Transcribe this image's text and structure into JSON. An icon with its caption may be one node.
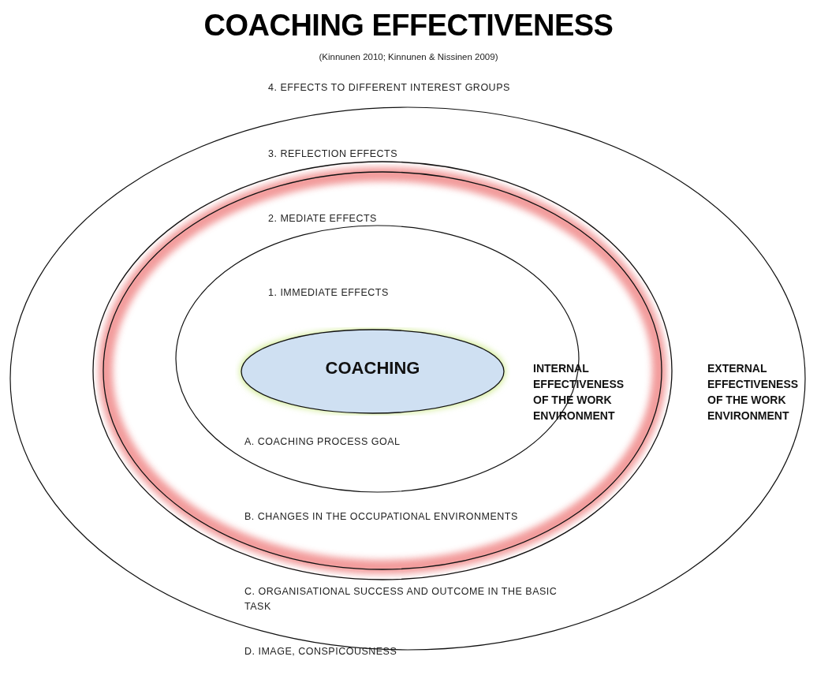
{
  "diagram": {
    "title": "COACHING EFFECTIVENESS",
    "nodes": [
      {
        "text": [
          "3. REFLECTION EFFECTS",
          "C. ORGANISATIONAL SUCCESS AND OUTCOME IN THE BASIC TASK"
        ]
      },
      {
        "text": [
          "2. MEDIATE EFFECTS",
          "B. CHANGES IN THE OCCUPATIONAL ENVIRONMENTS"
        ],
        "in": 0
      },
      {
        "text": [
          "1. IMMEDIATE EFFECTS",
          "A. COACHING PROCESS GOAL"
        ],
        "in": 1
      },
      {
        "text": [
          "COACHING"
        ],
        "in": 2
      }
    ],
    "labels": [
      "(Kinnunen 2010; Kinnunen & Nissinen 2009)",
      "4. EFFECTS TO DIFFERENT INTEREST GROUPS",
      "INTERNAL EFFECTIVENESS OF THE WORK ENVIRONMENT",
      "EXTERNAL EFFECTIVENESS OF THE WORK ENVIRONMENT",
      "D. IMAGE, CONSPICOUSNESS"
    ]
  }
}
